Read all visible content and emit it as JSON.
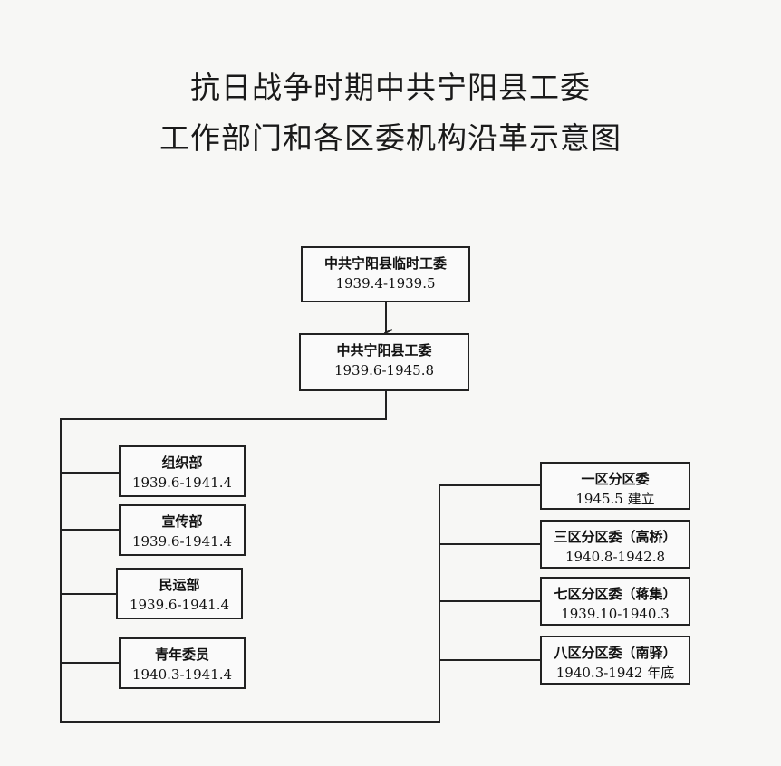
{
  "title": {
    "line1": "抗日战争时期中共宁阳县工委",
    "line2": "工作部门和各区委机构沿革示意图"
  },
  "nodes": {
    "temp_committee": {
      "name": "中共宁阳县临时工委",
      "date": "1939.4-1939.5"
    },
    "county_committee": {
      "name": "中共宁阳县工委",
      "date": "1939.6-1945.8"
    },
    "organization_dept": {
      "name": "组织部",
      "date": "1939.6-1941.4"
    },
    "propaganda_dept": {
      "name": "宣传部",
      "date": "1939.6-1941.4"
    },
    "civil_affairs_dept": {
      "name": "民运部",
      "date": "1939.6-1941.4"
    },
    "youth_committee": {
      "name": "青年委员",
      "date": "1940.3-1941.4"
    },
    "district_1": {
      "name": "一区分区委",
      "date": "1945.5 建立"
    },
    "district_3": {
      "name": "三区分区委（高桥）",
      "date": "1940.8-1942.8"
    },
    "district_7": {
      "name": "七区分区委（蒋集）",
      "date": "1939.10-1940.3"
    },
    "district_8": {
      "name": "八区分区委（南驿）",
      "date": "1940.3-1942 年底"
    }
  }
}
